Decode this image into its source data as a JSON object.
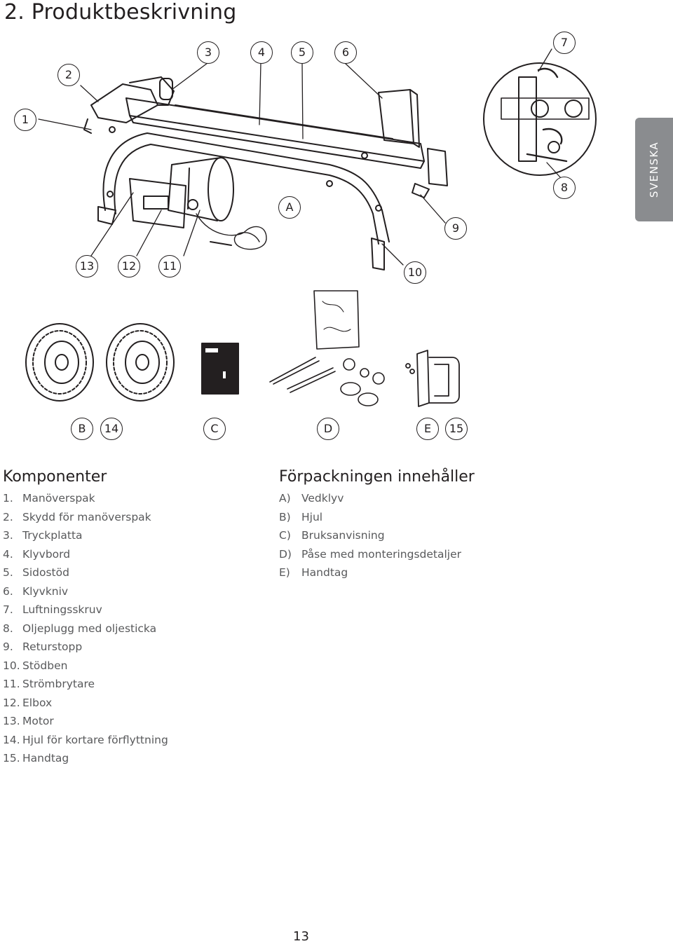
{
  "header": {
    "title": "2. Produktbeskrivning"
  },
  "side_tab": {
    "label": "SVENSKA"
  },
  "callouts": {
    "c1": "1",
    "c2": "2",
    "c3": "3",
    "c4": "4",
    "c5": "5",
    "c6": "6",
    "c7": "7",
    "c8": "8",
    "c9": "9",
    "c10": "10",
    "c11": "11",
    "c12": "12",
    "c13": "13",
    "cA": "A",
    "cB": "B",
    "c14": "14",
    "cC": "C",
    "cD": "D",
    "cE": "E",
    "c15": "15"
  },
  "components": {
    "heading": "Komponenter",
    "items": [
      {
        "num": "1.",
        "label": "Manöverspak"
      },
      {
        "num": "2.",
        "label": "Skydd för manöverspak"
      },
      {
        "num": "3.",
        "label": "Tryckplatta"
      },
      {
        "num": "4.",
        "label": "Klyvbord"
      },
      {
        "num": "5.",
        "label": "Sidostöd"
      },
      {
        "num": "6.",
        "label": "Klyvkniv"
      },
      {
        "num": "7.",
        "label": "Luftningsskruv"
      },
      {
        "num": "8.",
        "label": "Oljeplugg med oljesticka"
      },
      {
        "num": "9.",
        "label": "Returstopp"
      },
      {
        "num": "10.",
        "label": "Stödben"
      },
      {
        "num": "11.",
        "label": "Strömbrytare"
      },
      {
        "num": "12.",
        "label": "Elbox"
      },
      {
        "num": "13.",
        "label": "Motor"
      },
      {
        "num": "14.",
        "label": "Hjul för kortare förflyttning"
      },
      {
        "num": "15.",
        "label": "Handtag"
      }
    ]
  },
  "package": {
    "heading": "Förpackningen innehåller",
    "items": [
      {
        "num": "A)",
        "label": "Vedklyv"
      },
      {
        "num": "B)",
        "label": "Hjul"
      },
      {
        "num": "C)",
        "label": "Bruksanvisning"
      },
      {
        "num": "D)",
        "label": "Påse med monteringsdetaljer"
      },
      {
        "num": "E)",
        "label": "Handtag"
      }
    ]
  },
  "footer": {
    "page_number": "13"
  }
}
